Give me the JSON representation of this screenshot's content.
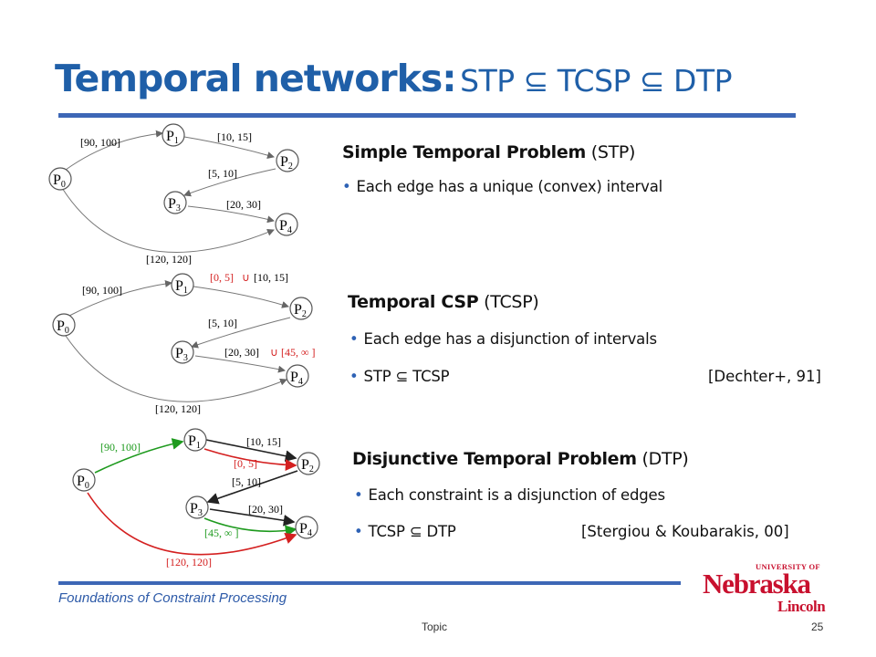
{
  "title": {
    "main": "Temporal networks:",
    "sub": "STP ⊆ TCSP ⊆ DTP"
  },
  "sections": {
    "stp": {
      "heading_bold": "Simple Temporal Problem",
      "heading_abbr": "(STP)",
      "bullets": [
        "Each edge has a unique (convex) interval"
      ]
    },
    "tcsp": {
      "heading_bold": "Temporal CSP",
      "heading_abbr": "(TCSP)",
      "bullets": [
        "Each edge has  a disjunction of intervals",
        "STP ⊆ TCSP"
      ],
      "citation": "[Dechter+, 91]"
    },
    "dtp": {
      "heading_bold": "Disjunctive Temporal Problem",
      "heading_abbr": "(DTP)",
      "bullets": [
        "Each constraint is a disjunction of edges",
        "TCSP ⊆ DTP"
      ],
      "citation": "[Stergiou & Koubarakis, 00]"
    }
  },
  "diagrams": {
    "nodes": {
      "p0": "P",
      "p1": "P",
      "p2": "P",
      "p3": "P",
      "p4": "P",
      "s0": "0",
      "s1": "1",
      "s2": "2",
      "s3": "3",
      "s4": "4"
    },
    "stp": {
      "e01": "[90, 100]",
      "e12": "[10, 15]",
      "e23": "[5, 10]",
      "e34": "[20, 30]",
      "e04": "[120, 120]"
    },
    "tcsp": {
      "e01": "[90, 100]",
      "e12_red": "[0, 5]",
      "union": "∪",
      "e12": "[10, 15]",
      "e23": "[5, 10]",
      "e34": "[20, 30]",
      "e34_red": "[45, ∞ ]",
      "e04": "[120, 120]"
    },
    "dtp": {
      "e01": "[90, 100]",
      "e12": "[10, 15]",
      "e12_red": "[0, 5]",
      "e23": "[5, 10]",
      "e34": "[20, 30]",
      "e34_green": "[45, ∞ ]",
      "e04": "[120, 120]"
    }
  },
  "colors": {
    "title": "#1f5fa8",
    "rule": "#3d67b6",
    "edge_green": "#1e9a1e",
    "edge_red": "#d42020",
    "edge_gray": "#666666",
    "logo_red": "#c8102e"
  },
  "footer": {
    "text": "Foundations of Constraint Processing",
    "topic": "Topic",
    "page": "25"
  },
  "logo": {
    "line1": "UNIVERSITY OF",
    "line2": "Nebraska",
    "line3": "Lincoln"
  }
}
